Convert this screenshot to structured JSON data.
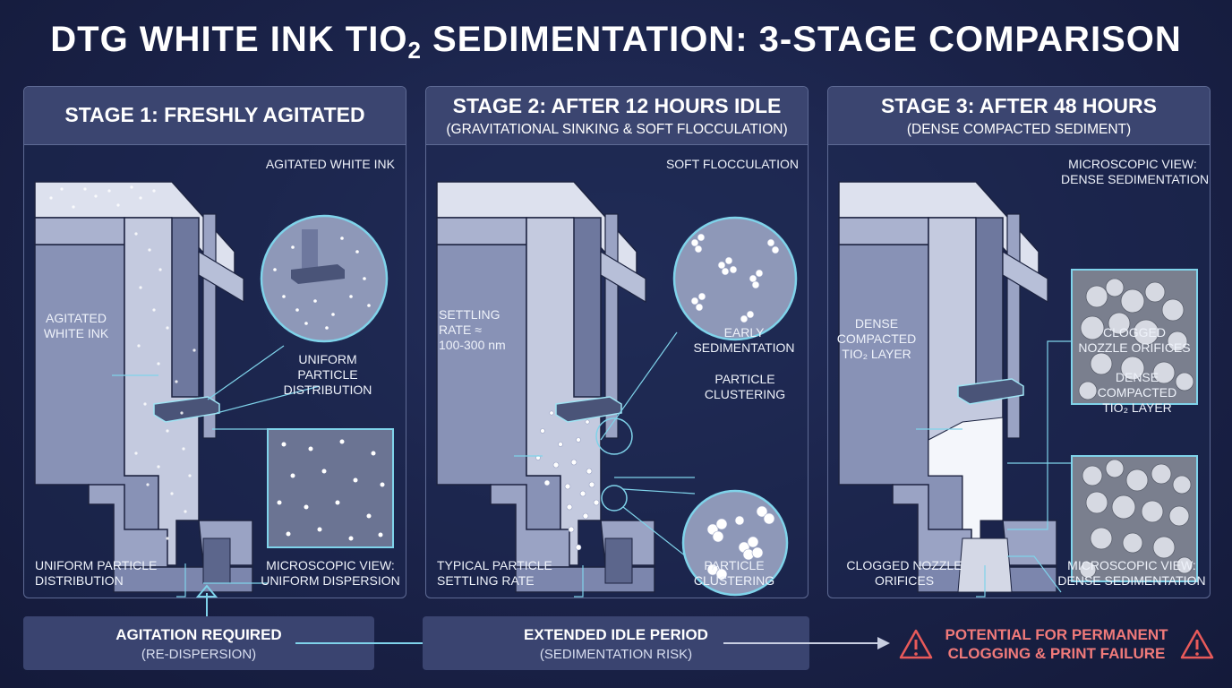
{
  "title": {
    "main": "DTG WHITE INK TIO",
    "subscript": "2",
    "rest": " SEDIMENTATION: 3-STAGE COMPARISON"
  },
  "stage1": {
    "heading": "STAGE 1: FRESHLY AGITATED",
    "label_top_right": "AGITATED WHITE INK",
    "label_left": "AGITATED\nWHITE INK",
    "label_mid": "UNIFORM\nPARTICLE\nDISTRIBUTION",
    "label_bottom_left": "UNIFORM PARTICLE\nDISTRIBUTION",
    "label_bottom_right": "MICROSCOPIC VIEW:\nUNIFORM DISPERSION"
  },
  "stage2": {
    "heading": "STAGE 2: AFTER 12 HOURS IDLE",
    "subheading": "(GRAVITATIONAL SINKING & SOFT FLOCCULATION)",
    "label_top_right": "SOFT FLOCCULATION",
    "label_left": "SETTLING\nRATE ≈\n100-300 nm",
    "label_early": "EARLY\nSEDIMENTATION",
    "label_cluster": "PARTICLE\nCLUSTERING",
    "label_bottom_left": "TYPICAL PARTICLE\nSETTLING RATE",
    "label_bottom_right": "PARTICLE\nCLUSTERING"
  },
  "stage3": {
    "heading": "STAGE 3: AFTER 48 HOURS",
    "subheading": "(DENSE COMPACTED SEDIMENT)",
    "label_top_right": "MICROSCOPIC VIEW:\nDENSE SEDIMENTATION",
    "label_left": "DENSE\nCOMPACTED\nTIO₂ LAYER",
    "label_clogged_mid": "CLOGGED\nNOZZLE ORIFICES",
    "label_dense_mid": "DENSE\nCOMPACTED\nTIO₂ LAYER",
    "label_bottom_left": "CLOGGED NOZZLE\nORIFICES",
    "label_bottom_right": "MICROSCOPIC VIEW:\nDENSE SEDIMENTATION"
  },
  "bottom": {
    "box1_title": "AGITATION REQUIRED",
    "box1_sub": "(RE-DISPERSION)",
    "box2_title": "EXTENDED IDLE PERIOD",
    "box2_sub": "(SEDIMENTATION RISK)",
    "warning": "POTENTIAL FOR PERMANENT\nCLOGGING & PRINT FAILURE"
  },
  "colors": {
    "accent": "#7fd3ea",
    "warning": "#e85a5a",
    "background": "#1a2248"
  }
}
